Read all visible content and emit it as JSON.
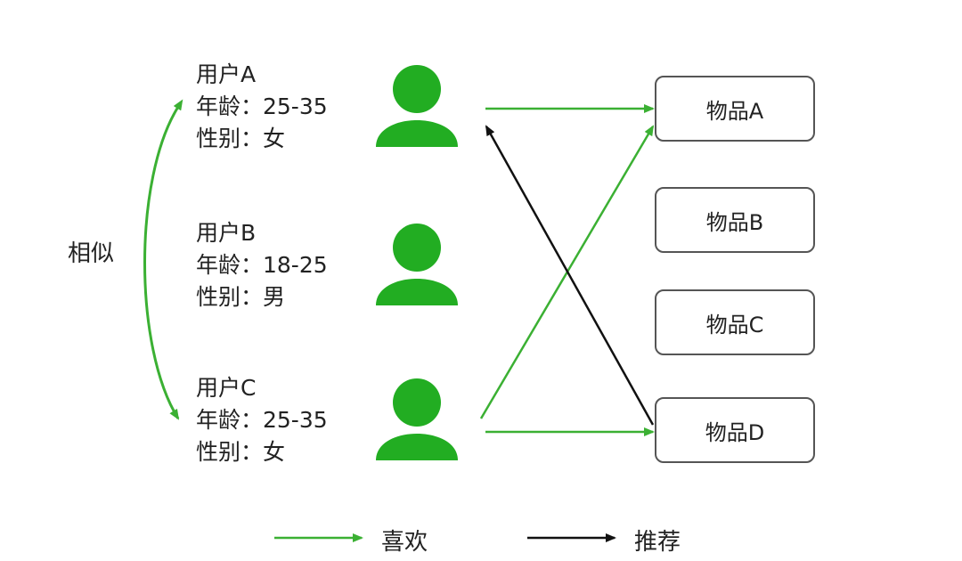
{
  "users": [
    {
      "name": "用户A",
      "age": "年龄：25-35",
      "gender": "性别：女"
    },
    {
      "name": "用户B",
      "age": "年龄：18-25",
      "gender": "性别：男"
    },
    {
      "name": "用户C",
      "age": "年龄：25-35",
      "gender": "性别：女"
    }
  ],
  "similar_label": "相似",
  "items": [
    "物品A",
    "物品B",
    "物品C",
    "物品D"
  ],
  "legend": {
    "like": "喜欢",
    "recommend": "推荐"
  },
  "colors": {
    "like": "#3bb033",
    "recommend": "#111111",
    "user_icon": "#22ad22"
  },
  "relations": {
    "like": [
      [
        "用户A",
        "物品A"
      ],
      [
        "用户C",
        "物品A"
      ],
      [
        "用户C",
        "物品D"
      ]
    ],
    "recommend": [
      [
        "物品D",
        "用户A"
      ]
    ],
    "similar": [
      [
        "用户A",
        "用户C"
      ]
    ]
  }
}
